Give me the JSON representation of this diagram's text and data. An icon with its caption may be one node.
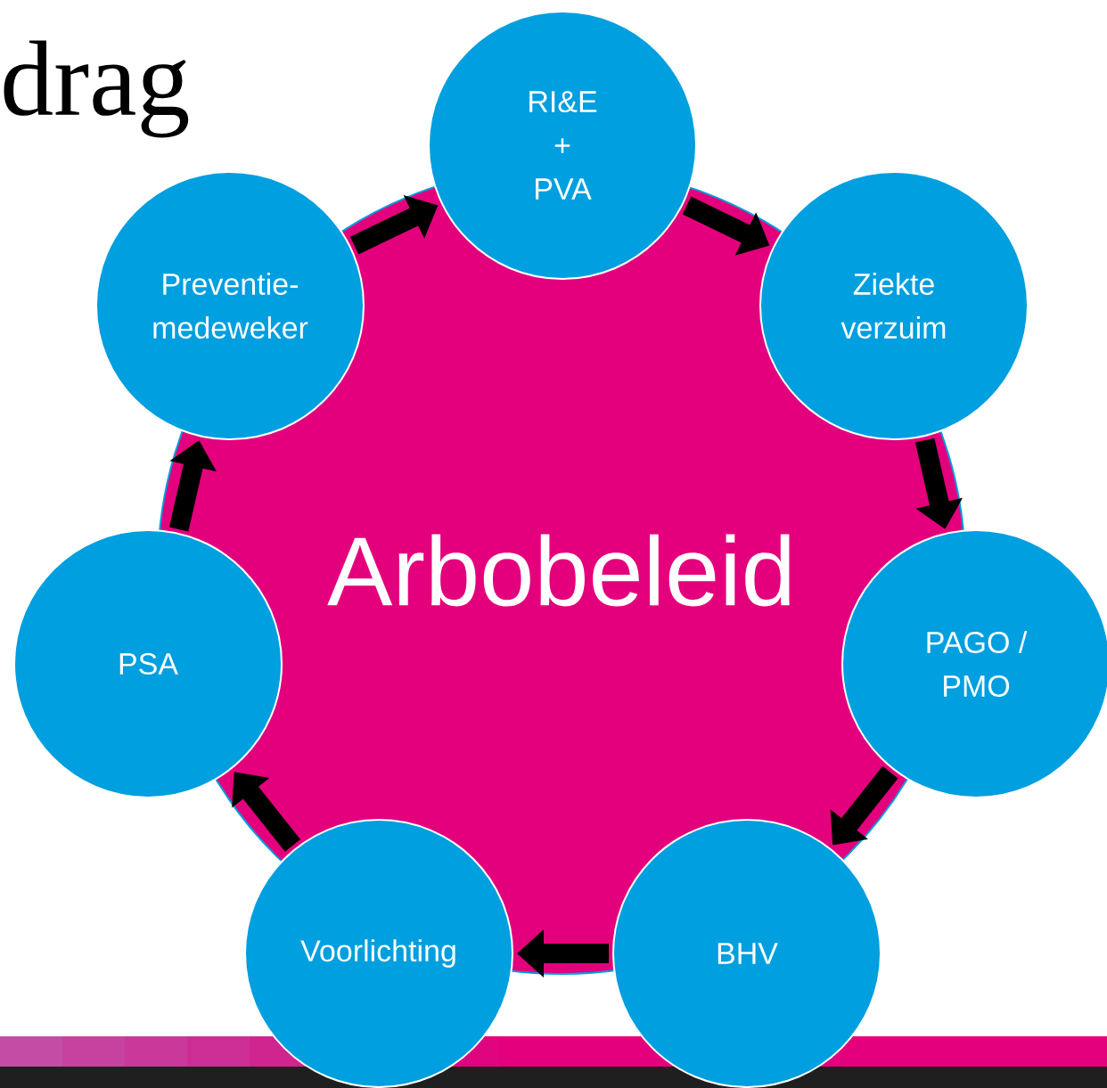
{
  "diagram": {
    "title": "drag",
    "nodes": [
      {
        "text": [
          "Arbobeleid"
        ]
      },
      {
        "text": [
          "RI&E + PVA"
        ]
      },
      {
        "text": [
          "Ziekte verzuim"
        ]
      },
      {
        "text": [
          "PAGO / PMO"
        ]
      },
      {
        "text": [
          "BHV"
        ]
      },
      {
        "text": [
          "Voorlichting"
        ]
      },
      {
        "text": [
          "PSA"
        ]
      },
      {
        "text": [
          "Preventie- medeweker"
        ]
      }
    ],
    "edges": [
      {
        "from": 1,
        "to": 2,
        "arrow": "to"
      },
      {
        "from": 2,
        "to": 3,
        "arrow": "to"
      },
      {
        "from": 3,
        "to": 4,
        "arrow": "to"
      },
      {
        "from": 4,
        "to": 5,
        "arrow": "to"
      },
      {
        "from": 5,
        "to": 6,
        "arrow": "to"
      },
      {
        "from": 6,
        "to": 7,
        "arrow": "to"
      },
      {
        "from": 7,
        "to": 1,
        "arrow": "to"
      }
    ]
  }
}
